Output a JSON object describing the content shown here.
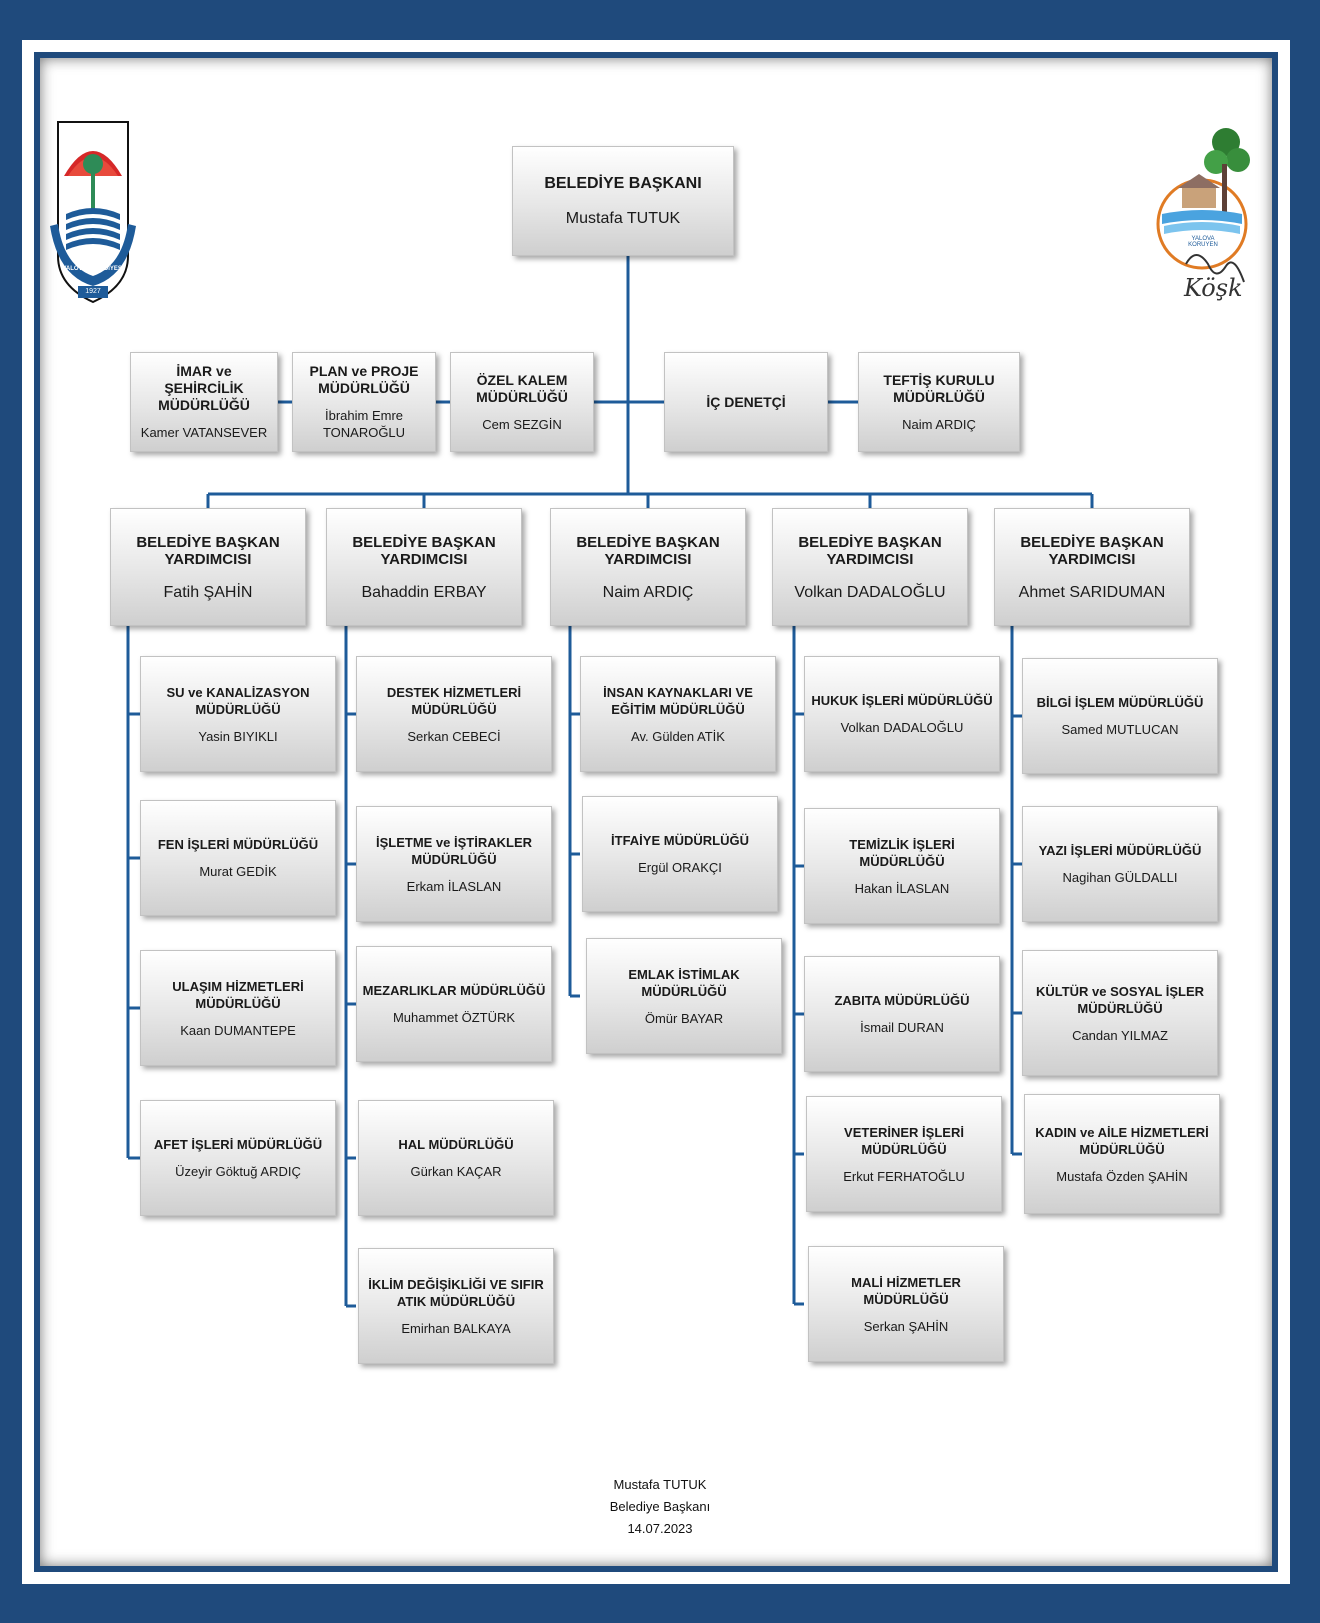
{
  "colors": {
    "frame": "#1f4a7c",
    "connector": "#1e5b99",
    "box_top": "#ffffff",
    "box_bottom": "#cfcfcf"
  },
  "logos": {
    "left": {
      "icon": "yalova-belediyesi-seal",
      "text": "YALOVA BELEDİYESİ",
      "year": "1927"
    },
    "right": {
      "icon": "yalova-koruyen-kosk-logo",
      "text_small": "YALOVA KORUYEN",
      "text_script": "Köşk"
    }
  },
  "mayor": {
    "title": "BELEDİYE BAŞKANI",
    "name": "Mustafa TUTUK"
  },
  "staff": [
    {
      "title": "İMAR ve ŞEHİRCİLİK MÜDÜRLÜĞÜ",
      "name": "Kamer VATANSEVER"
    },
    {
      "title": "PLAN ve PROJE MÜDÜRLÜĞÜ",
      "name": "İbrahim Emre TONAROĞLU"
    },
    {
      "title": "ÖZEL KALEM MÜDÜRLÜĞÜ",
      "name": "Cem SEZGİN"
    },
    {
      "title": "İÇ DENETÇİ",
      "name": ""
    },
    {
      "title": "TEFTİŞ KURULU MÜDÜRLÜĞÜ",
      "name": "Naim ARDIÇ"
    }
  ],
  "deputies": [
    {
      "title": "BELEDİYE BAŞKAN YARDIMCISI",
      "name": "Fatih ŞAHİN",
      "units": [
        {
          "title": "SU ve KANALİZASYON MÜDÜRLÜĞÜ",
          "name": "Yasin BIYIKLI"
        },
        {
          "title": "FEN İŞLERİ MÜDÜRLÜĞÜ",
          "name": "Murat GEDİK"
        },
        {
          "title": "ULAŞIM HİZMETLERİ MÜDÜRLÜĞÜ",
          "name": "Kaan DUMANTEPE"
        },
        {
          "title": "AFET İŞLERİ MÜDÜRLÜĞÜ",
          "name": "Üzeyir Göktuğ ARDIÇ"
        }
      ]
    },
    {
      "title": "BELEDİYE BAŞKAN YARDIMCISI",
      "name": "Bahaddin ERBAY",
      "units": [
        {
          "title": "DESTEK HİZMETLERİ MÜDÜRLÜĞÜ",
          "name": "Serkan CEBECİ"
        },
        {
          "title": "İŞLETME ve İŞTİRAKLER MÜDÜRLÜĞÜ",
          "name": "Erkam İLASLAN"
        },
        {
          "title": "MEZARLIKLAR MÜDÜRLÜĞÜ",
          "name": "Muhammet ÖZTÜRK"
        },
        {
          "title": "HAL MÜDÜRLÜĞÜ",
          "name": "Gürkan KAÇAR"
        },
        {
          "title": "İKLİM DEĞİŞİKLİĞİ VE SIFIR ATIK MÜDÜRLÜĞÜ",
          "name": "Emirhan BALKAYA"
        }
      ]
    },
    {
      "title": "BELEDİYE BAŞKAN YARDIMCISI",
      "name": "Naim ARDIÇ",
      "units": [
        {
          "title": "İNSAN KAYNAKLARI VE EĞİTİM MÜDÜRLÜĞÜ",
          "name": "Av. Gülden ATİK"
        },
        {
          "title": "İTFAİYE MÜDÜRLÜĞÜ",
          "name": "Ergül ORAKÇI"
        },
        {
          "title": "EMLAK İSTİMLAK MÜDÜRLÜĞÜ",
          "name": "Ömür BAYAR"
        }
      ]
    },
    {
      "title": "BELEDİYE BAŞKAN YARDIMCISI",
      "name": "Volkan DADALOĞLU",
      "units": [
        {
          "title": "HUKUK İŞLERİ MÜDÜRLÜĞÜ",
          "name": "Volkan DADALOĞLU"
        },
        {
          "title": "TEMİZLİK İŞLERİ MÜDÜRLÜĞÜ",
          "name": "Hakan İLASLAN"
        },
        {
          "title": "ZABITA MÜDÜRLÜĞÜ",
          "name": "İsmail DURAN"
        },
        {
          "title": "VETERİNER İŞLERİ MÜDÜRLÜĞÜ",
          "name": "Erkut FERHATOĞLU"
        },
        {
          "title": "MALİ HİZMETLER MÜDÜRLÜĞÜ",
          "name": "Serkan ŞAHİN"
        }
      ]
    },
    {
      "title": "BELEDİYE BAŞKAN YARDIMCISI",
      "name": "Ahmet SARIDUMAN",
      "units": [
        {
          "title": "BİLGİ İŞLEM MÜDÜRLÜĞÜ",
          "name": "Samed MUTLUCAN"
        },
        {
          "title": "YAZI İŞLERİ MÜDÜRLÜĞÜ",
          "name": "Nagihan GÜLDALLI"
        },
        {
          "title": "KÜLTÜR ve SOSYAL İŞLER MÜDÜRLÜĞÜ",
          "name": "Candan YILMAZ"
        },
        {
          "title": "KADIN ve AİLE HİZMETLERİ MÜDÜRLÜĞÜ",
          "name": "Mustafa Özden ŞAHİN"
        }
      ]
    }
  ],
  "footer": {
    "name": "Mustafa TUTUK",
    "role": "Belediye Başkanı",
    "date": "14.07.2023"
  }
}
